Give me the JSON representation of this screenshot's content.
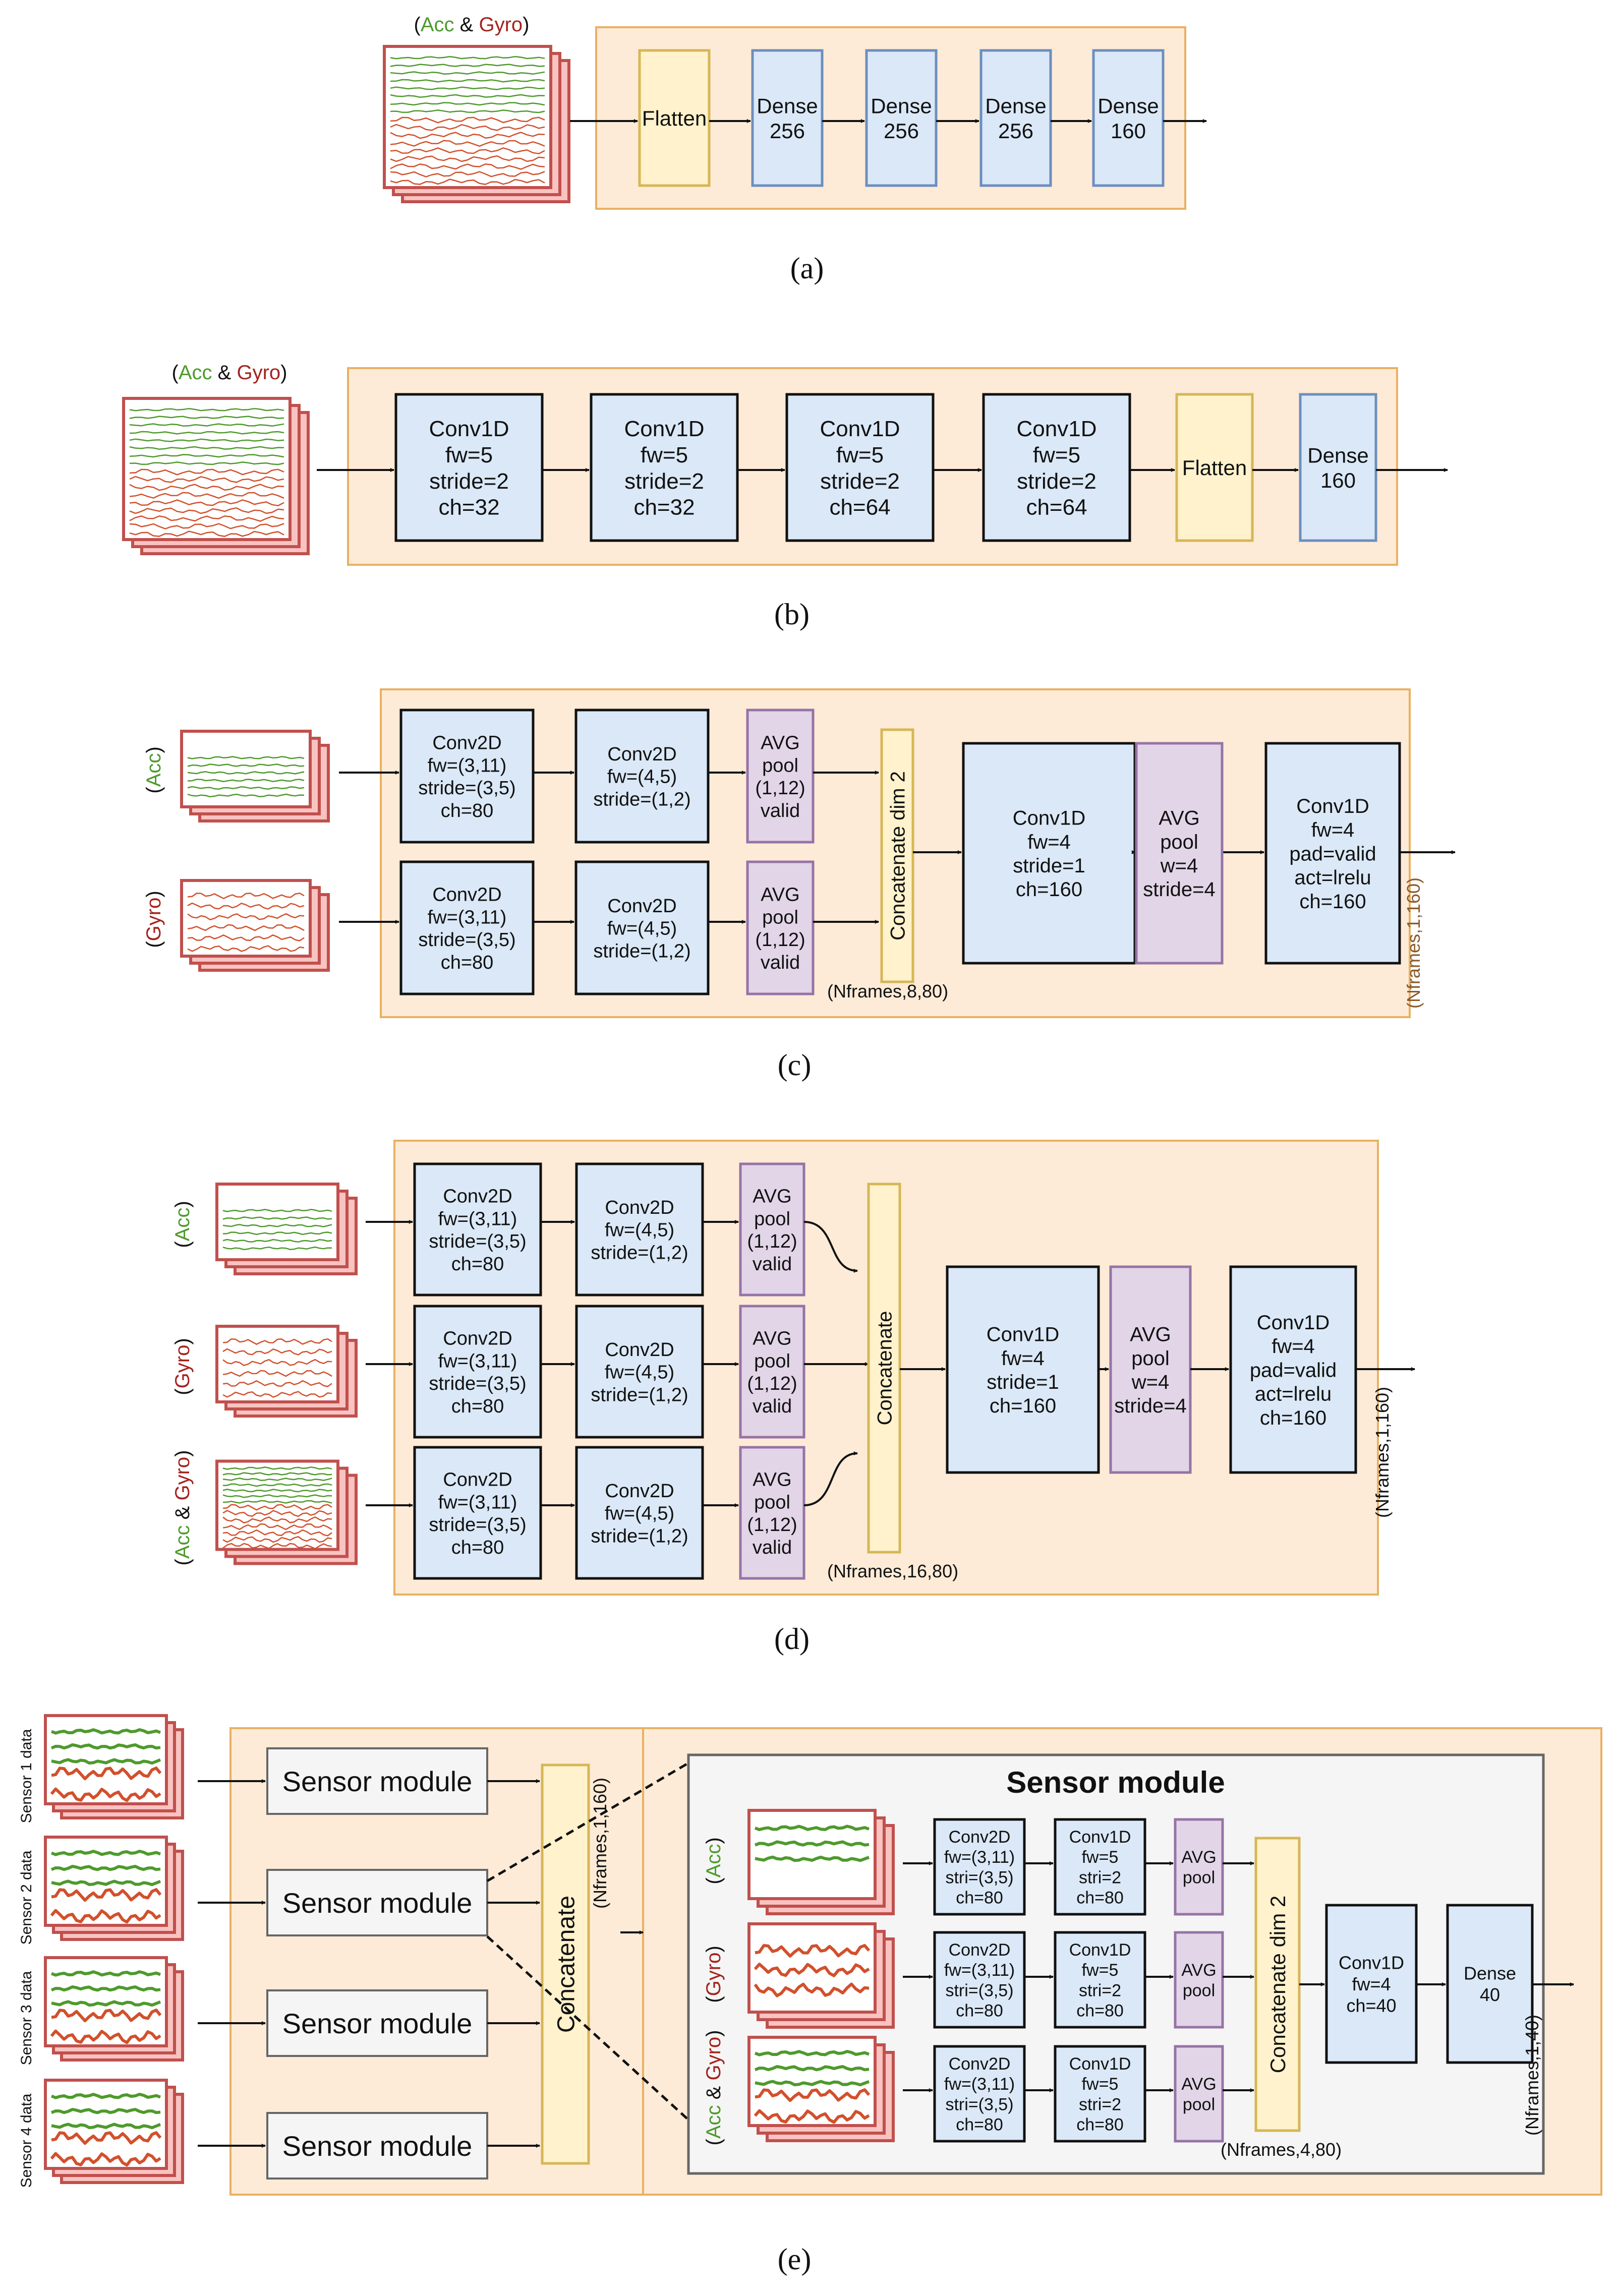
{
  "panels": {
    "a": {
      "caption": "(a)",
      "input_label": [
        "(",
        "Acc",
        " & ",
        "Gyro",
        ")"
      ],
      "blocks": [
        [
          "Flatten"
        ],
        [
          "Dense",
          "256"
        ],
        [
          "Dense",
          "256"
        ],
        [
          "Dense",
          "256"
        ],
        [
          "Dense",
          "160"
        ]
      ]
    },
    "b": {
      "caption": "(b)",
      "input_label": [
        "(",
        "Acc",
        " & ",
        "Gyro",
        ")"
      ],
      "blocks": [
        [
          "Conv1D",
          "fw=5",
          "stride=2",
          "ch=32"
        ],
        [
          "Conv1D",
          "fw=5",
          "stride=2",
          "ch=32"
        ],
        [
          "Conv1D",
          "fw=5",
          "stride=2",
          "ch=64"
        ],
        [
          "Conv1D",
          "fw=5",
          "stride=2",
          "ch=64"
        ],
        [
          "Flatten"
        ],
        [
          "Dense",
          "160"
        ]
      ]
    },
    "c": {
      "caption": "(c)",
      "inputs": [
        [
          "(",
          "Acc",
          ")"
        ],
        [
          "(",
          "Gyro",
          ")"
        ]
      ],
      "conv2d_a": [
        "Conv2D",
        "fw=(3,11)",
        "stride=(3,5)",
        "ch=80"
      ],
      "conv2d_b": [
        "Conv2D",
        "fw=(4,5)",
        "stride=(1,2)"
      ],
      "pool": [
        "AVG",
        "pool",
        "(1,12)",
        "valid"
      ],
      "concat": "Concatenate dim 2",
      "concat_shape": "(Nframes,8,80)",
      "conv1d_1": [
        "Conv1D",
        "fw=4",
        "stride=1",
        "ch=160"
      ],
      "pool2": [
        "AVG",
        "pool",
        "w=4",
        "stride=4"
      ],
      "conv1d_2": [
        "Conv1D",
        "fw=4",
        "pad=valid",
        "act=lrelu",
        "ch=160"
      ],
      "output_shape": "(Nframes,1,160)"
    },
    "d": {
      "caption": "(d)",
      "inputs": [
        [
          "(",
          "Acc",
          ")"
        ],
        [
          "(",
          "Gyro",
          ")"
        ],
        [
          "(",
          "Acc",
          " & ",
          "Gyro",
          ")"
        ]
      ],
      "conv2d_a": [
        "Conv2D",
        "fw=(3,11)",
        "stride=(3,5)",
        "ch=80"
      ],
      "conv2d_b": [
        "Conv2D",
        "fw=(4,5)",
        "stride=(1,2)"
      ],
      "pool": [
        "AVG",
        "pool",
        "(1,12)",
        "valid"
      ],
      "concat": "Concatenate",
      "concat_shape": "(Nframes,16,80)",
      "conv1d_1": [
        "Conv1D",
        "fw=4",
        "stride=1",
        "ch=160"
      ],
      "pool2": [
        "AVG",
        "pool",
        "w=4",
        "stride=4"
      ],
      "conv1d_2": [
        "Conv1D",
        "fw=4",
        "pad=valid",
        "act=lrelu",
        "ch=160"
      ],
      "output_shape": "(Nframes,1,160)"
    },
    "e": {
      "caption": "(e)",
      "sensor_labels": [
        "Sensor 1 data",
        "Sensor 2 data",
        "Sensor 3 data",
        "Sensor 4 data"
      ],
      "module_label": "Sensor module",
      "concat": "Concatenate",
      "concat_shape": "(Nframes,1,160)",
      "detail_title": "Sensor module",
      "inputs": [
        [
          "(",
          "Acc",
          ")"
        ],
        [
          "(",
          "Gyro",
          ")"
        ],
        [
          "(",
          "Acc",
          " & ",
          "Gyro",
          ")"
        ]
      ],
      "conv2d": [
        "Conv2D",
        "fw=(3,11)",
        "stri=(3,5)",
        "ch=80"
      ],
      "conv1d_a": [
        "Conv1D",
        "fw=5",
        "stri=2",
        "ch=80"
      ],
      "pool": [
        "AVG",
        "pool"
      ],
      "concat2": "Concatenate dim 2",
      "concat2_shape": "(Nframes,4,80)",
      "conv1d_b": [
        "Conv1D",
        "fw=4",
        "ch=40"
      ],
      "dense": [
        "Dense",
        "40"
      ],
      "output_shape": "(Nframes,1,40)"
    }
  },
  "colors": {
    "panel_bg": "#fdebd7",
    "panel_border": "#e8b163",
    "conv_fill": "#dae8f7",
    "conv_border": "#111111",
    "dense_border": "#6c8ebf",
    "flatten_fill": "#fff2cc",
    "flatten_border": "#d6b656",
    "pool_fill": "#e1d5e7",
    "pool_border": "#9673a6",
    "module_fill": "#f5f5f5",
    "module_border": "#666666",
    "acc_green": "#4e9a2c",
    "gyro_red": "#a2231d",
    "signal_red": "#d2502c",
    "stack_fill": "#f9c3c1",
    "stack_border": "#c0504d",
    "shape_brown": "#8a5a2b"
  }
}
